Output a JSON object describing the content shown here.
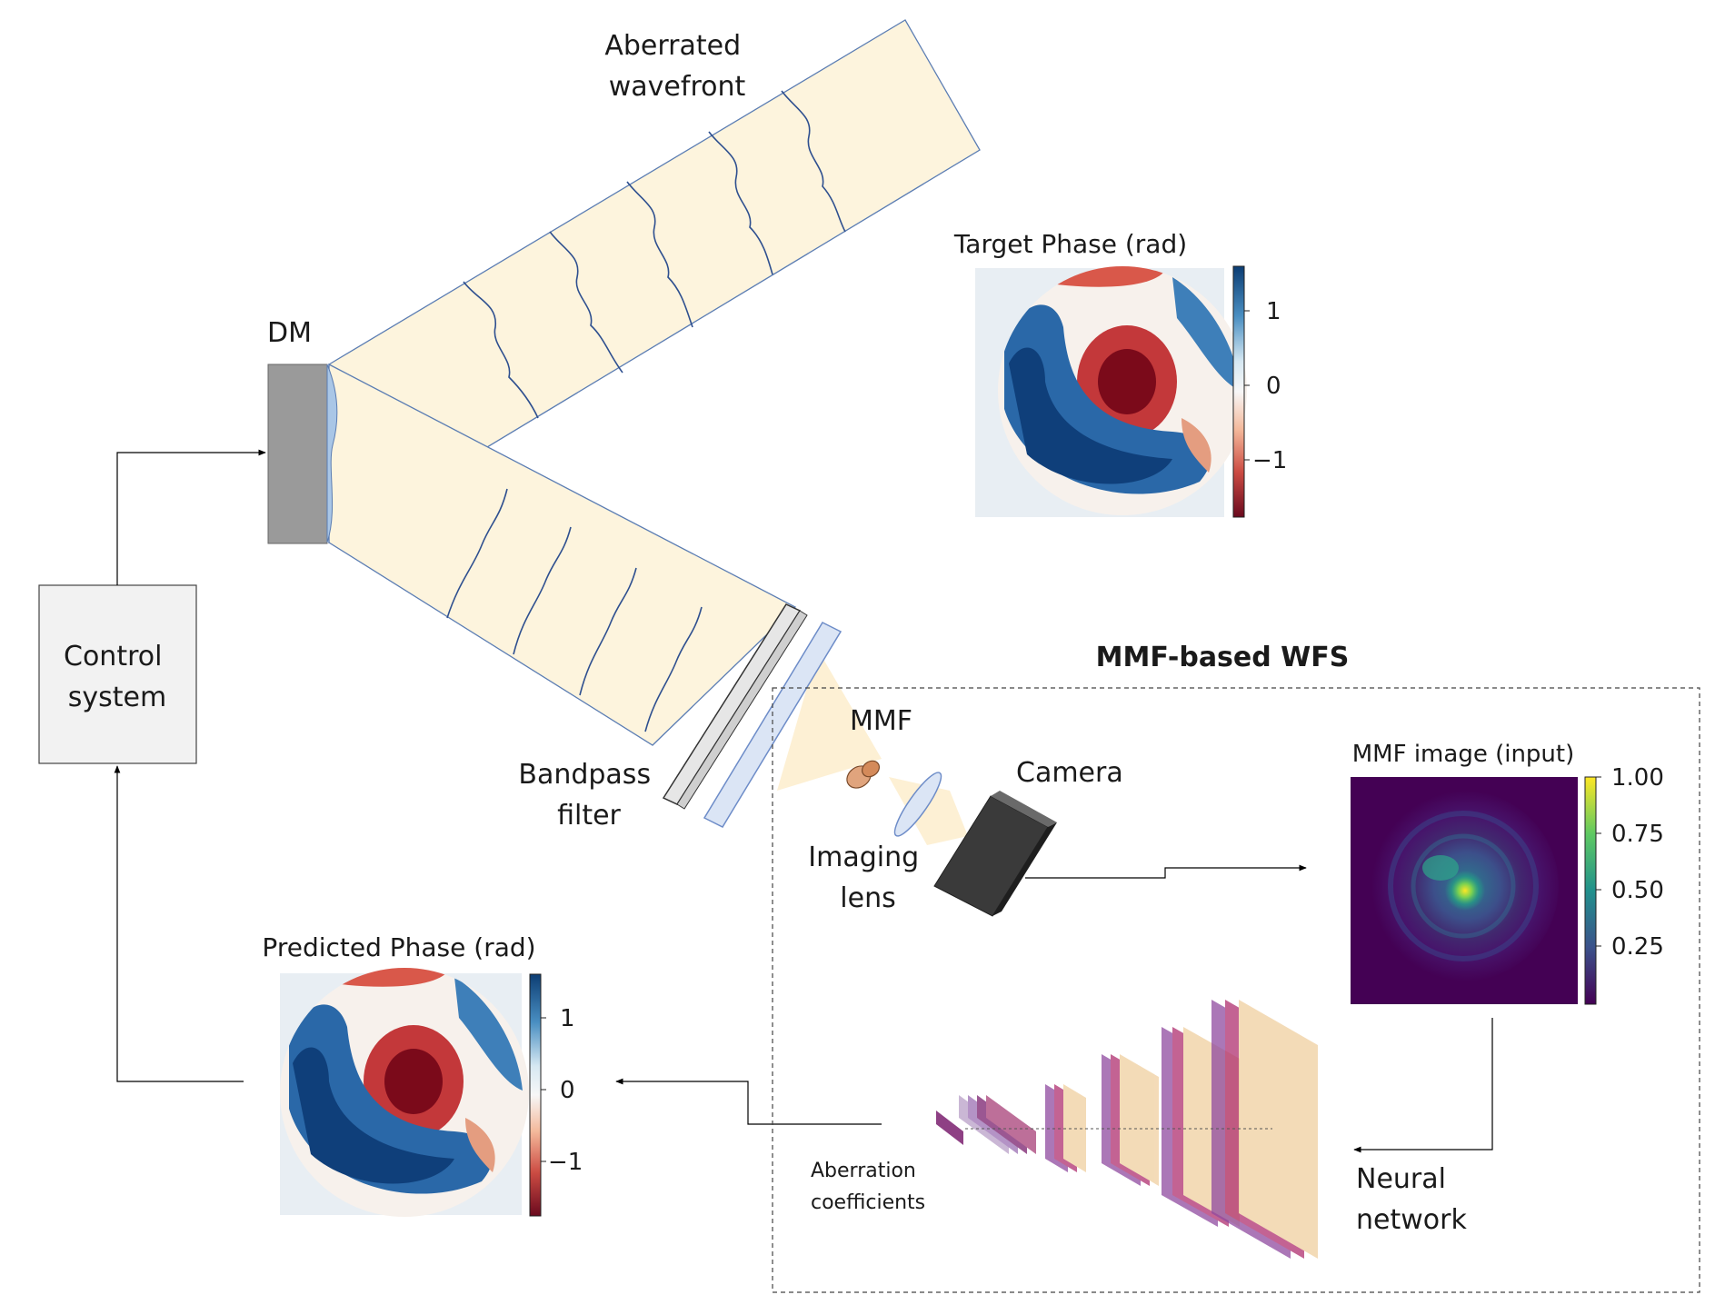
{
  "labels": {
    "aberrated_wavefront": [
      "Aberrated",
      "wavefront"
    ],
    "dm": "DM",
    "control_system": [
      "Control",
      "system"
    ],
    "bandpass_filter": [
      "Bandpass",
      "filter"
    ],
    "mmf": "MMF",
    "camera": "Camera",
    "imaging_lens": [
      "Imaging",
      "lens"
    ],
    "wfs_title": "MMF-based WFS",
    "neural_network": [
      "Neural",
      "network"
    ],
    "aberration_coefficients": [
      "Aberration",
      "coefficients"
    ]
  },
  "target_phase": {
    "title": "Target Phase (rad)",
    "colorbar_ticks": [
      "1",
      "0",
      "−1"
    ],
    "colormap": "RdBu"
  },
  "predicted_phase": {
    "title": "Predicted Phase (rad)",
    "colorbar_ticks": [
      "1",
      "0",
      "−1"
    ],
    "colormap": "RdBu"
  },
  "mmf_image": {
    "title": "MMF image (input)",
    "colorbar_ticks": [
      "1.00",
      "0.75",
      "0.50",
      "0.25"
    ],
    "colormap": "viridis"
  },
  "colors": {
    "beam": "#fdf4dd",
    "wavefront_line": "#2e4f8f",
    "dm_body": "#9a9a9a",
    "dm_surface": "#a9c6e6",
    "panel_bg": "#f2f2f2"
  }
}
